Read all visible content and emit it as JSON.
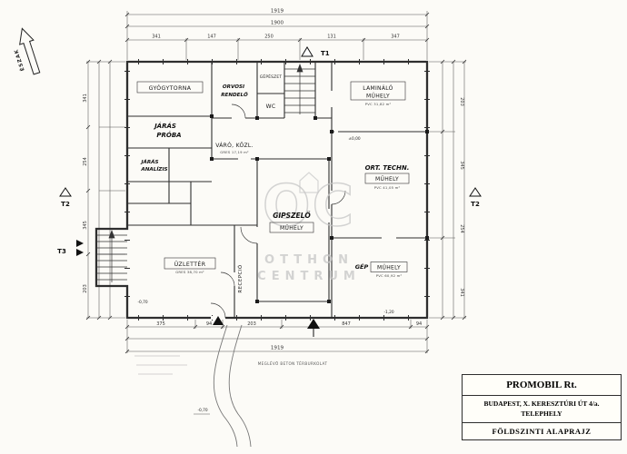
{
  "page": {
    "paper": "#fcfbf7",
    "ink": "#2e2e2e",
    "dim_color": "#555555",
    "watermark_color": "#c6c6c6"
  },
  "north": {
    "label": "ÉSZAK"
  },
  "markers": {
    "t1": "T1",
    "t2": "T2",
    "t3": "T3"
  },
  "watermark": {
    "logo": "OC",
    "line1": "OTTHON",
    "line2": "CENTRUM"
  },
  "rooms": {
    "gyogytorna": {
      "label": "GYÓGYTORNA"
    },
    "orvosi": {
      "line1": "ORVOSI",
      "line2": "RENDELŐ"
    },
    "gepeszet": {
      "label": "GÉPÉSZET"
    },
    "wc": {
      "label": "WC"
    },
    "laminalo": {
      "line1": "LAMINÁLÓ",
      "line2": "MŰHELY",
      "area": "PVC 31,82 m²"
    },
    "jaras_proba": {
      "line1": "JÁRÁS",
      "line2": "PRÓBA"
    },
    "jaras_analizis": {
      "line1": "JÁRÁS",
      "line2": "ANALÍZIS"
    },
    "varo": {
      "label": "VÁRÓ, KÖZL.",
      "area": "GRES 17,19 m²"
    },
    "ort_techn": {
      "line1": "ORT. TECHN.",
      "line2": "MŰHELY",
      "area": "PVC 41,05 m²"
    },
    "gipszelo": {
      "line1": "GIPSZELŐ",
      "line2": "MŰHELY"
    },
    "uzletter": {
      "label": "ÜZLETTÉR",
      "area": "GRES 38,70 m²"
    },
    "recepcio": {
      "label": "RECEPCIÓ"
    },
    "gep_muhely": {
      "line1": "GÉP",
      "line2": "MŰHELY",
      "area": "PVC 60,92 m²"
    }
  },
  "levels": {
    "l0": "±0,00",
    "l1": "-0,70",
    "l2": "-1,20",
    "l3": "-0,70"
  },
  "dims": {
    "top_total": "1919",
    "top_sub": "1900",
    "t0": "341",
    "t1": "147",
    "t2": "250",
    "t3": "131",
    "t4": "347",
    "b0": "375",
    "b1": "94",
    "b2": "203",
    "b3": "847",
    "b4": "94",
    "bottom_total": "1919",
    "l0": "341",
    "l1": "254",
    "l2": "345",
    "l3": "203",
    "r0": "203",
    "r1": "345",
    "r2": "254",
    "r3": "341"
  },
  "notes": {
    "bottom": "MEGLÉVŐ BETON TÉRBURKOLAT"
  },
  "title_block": {
    "company": "PROMOBIL Rt.",
    "address1": "BUDAPEST, X. KERESZTÚRI ÚT 4/a.",
    "address2": "TELEPHELY",
    "title": "FÖLDSZINTI ALAPRAJZ"
  }
}
